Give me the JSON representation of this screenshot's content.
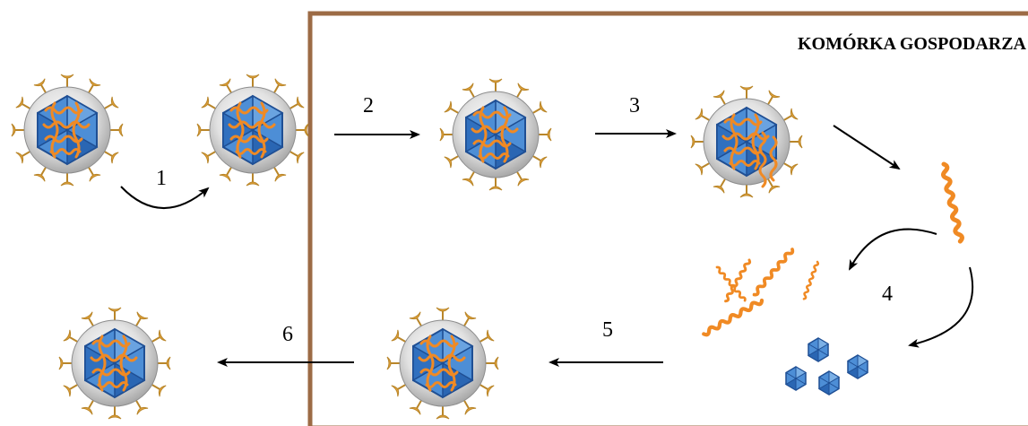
{
  "host_cell": {
    "label": "KOMÓRKA GOSPODARZA",
    "border_color": "#9c6b45"
  },
  "steps": [
    "1",
    "2",
    "3",
    "4",
    "5",
    "6"
  ],
  "colors": {
    "capsid": "#3f7fc6",
    "capsid_dark": "#1f4f94",
    "genome": "#f08a24",
    "envelope": "#c9c9c9",
    "spike": "#e7a43a"
  },
  "icons": {
    "virion": "virus-particle-icon",
    "rna": "rna-strand-icon",
    "capsid": "capsid-icon"
  }
}
